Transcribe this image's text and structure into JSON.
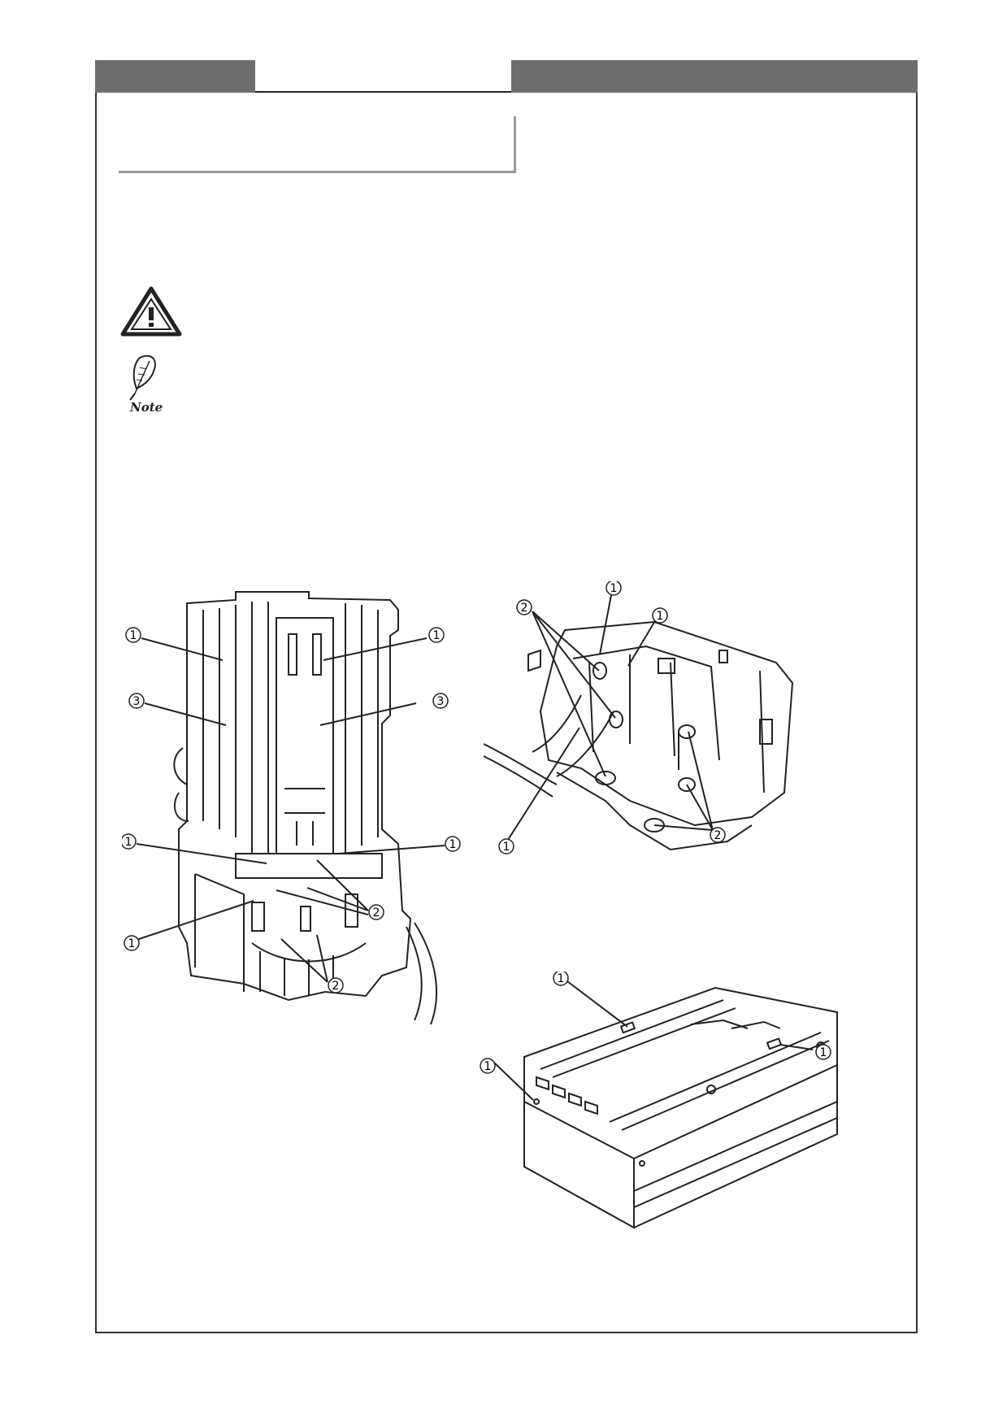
{
  "header": {
    "tab_label": ""
  },
  "section_title": "",
  "icons": {
    "caution": "warning-triangle-icon",
    "note": "note-feather-icon",
    "note_text": "Note"
  },
  "figures": {
    "vertical_unit": {
      "callouts": [
        "1",
        "1",
        "3",
        "3",
        "1",
        "1",
        "1",
        "2",
        "2"
      ]
    },
    "top_unit": {
      "callouts": [
        "1",
        "1",
        "2",
        "1",
        "2"
      ]
    },
    "drawer_unit": {
      "callouts": [
        "1",
        "1",
        "1"
      ]
    }
  }
}
